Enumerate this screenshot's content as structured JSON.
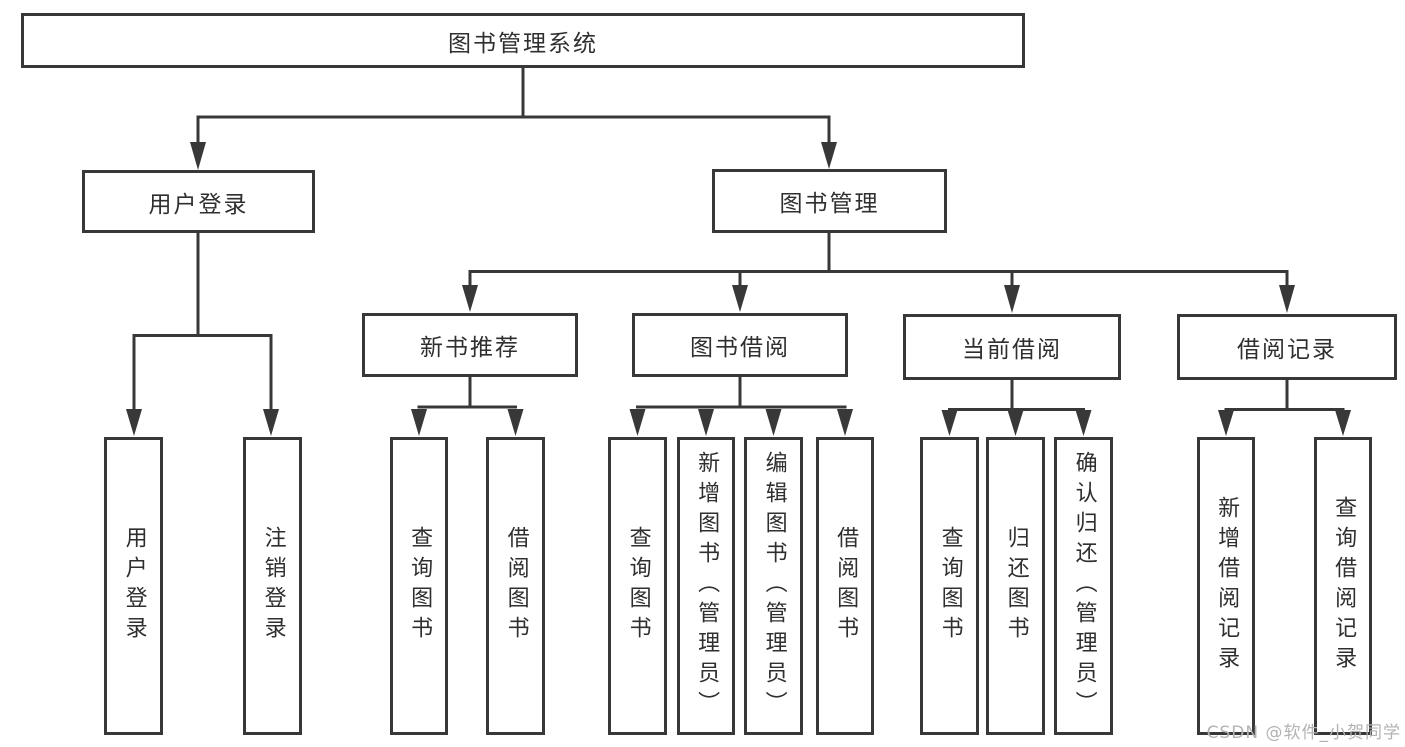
{
  "diagram": {
    "root": {
      "label": "图书管理系统"
    },
    "level2": [
      {
        "label": "用户登录"
      },
      {
        "label": "图书管理"
      }
    ],
    "level3": [
      {
        "label": "新书推荐"
      },
      {
        "label": "图书借阅"
      },
      {
        "label": "当前借阅"
      },
      {
        "label": "借阅记录"
      }
    ],
    "leaves": [
      {
        "label": "用户登录",
        "parent": "用户登录"
      },
      {
        "label": "注销登录",
        "parent": "用户登录"
      },
      {
        "label": "查询图书",
        "parent": "新书推荐"
      },
      {
        "label": "借阅图书",
        "parent": "新书推荐"
      },
      {
        "label": "查询图书",
        "parent": "图书借阅"
      },
      {
        "label": "新增图书（管理员）",
        "parent": "图书借阅"
      },
      {
        "label": "编辑图书（管理员）",
        "parent": "图书借阅"
      },
      {
        "label": "借阅图书",
        "parent": "图书借阅"
      },
      {
        "label": "查询图书",
        "parent": "当前借阅"
      },
      {
        "label": "归还图书",
        "parent": "当前借阅"
      },
      {
        "label": "确认归还（管理员）",
        "parent": "当前借阅"
      },
      {
        "label": "新增借阅记录",
        "parent": "借阅记录"
      },
      {
        "label": "查询借阅记录",
        "parent": "借阅记录"
      }
    ]
  },
  "watermark": "CSDN @软件_小贺同学",
  "colors": {
    "line": "#383838",
    "text": "#2f2f2f",
    "watermark": "#b3b3b3",
    "background": "#ffffff"
  }
}
